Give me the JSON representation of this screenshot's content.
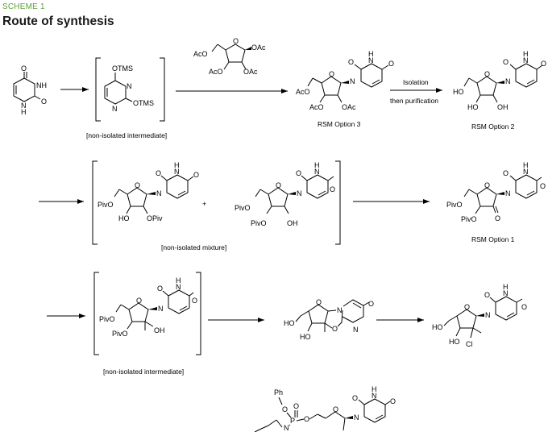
{
  "header": {
    "label": "SCHEME 1",
    "title": "Route of synthesis"
  },
  "atoms": {
    "O": "O",
    "NH": "NH",
    "H": "H",
    "N": "N",
    "OTMS": "OTMS",
    "OAc": "OAc",
    "AcO": "AcO",
    "HO": "HO",
    "OH": "OH",
    "PivO": "PivO",
    "OPiv": "OPiv",
    "Cl": "Cl",
    "Ph": "Ph",
    "P": "P",
    "plus": "+"
  },
  "captions": {
    "silyl_intermediate": "[non-isolated intermediate]",
    "rsm3": "RSM Option 3",
    "rsm2": "RSM Option 2",
    "mixture": "[non-isolated mixture]",
    "rsm1": "RSM Option 1",
    "methyl_intermediate": "[non-isolated intermediate]"
  },
  "conditions": {
    "step3_top": "Isolation",
    "step3_bottom": "then purification"
  },
  "colors": {
    "label": "#5aa33a",
    "title": "#1a1a1a",
    "ink": "#000000"
  }
}
